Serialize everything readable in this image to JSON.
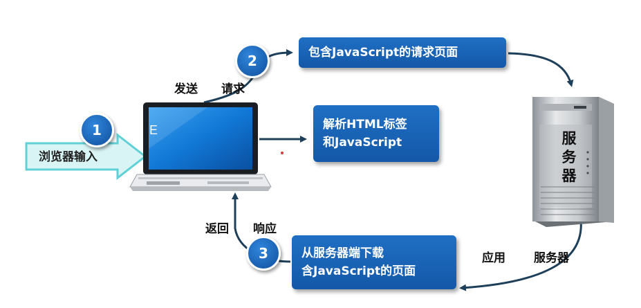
{
  "steps": {
    "step1": "1",
    "step2": "2",
    "step3": "3"
  },
  "labels": {
    "browser_input": "浏览器输入",
    "send": "发送",
    "request": "请求",
    "return": "返回",
    "response": "响应",
    "app": "应用",
    "server_label": "服务器"
  },
  "boxes": {
    "request_page": "包含JavaScript的请求页面",
    "parse_line1": "解析HTML标签",
    "parse_line2": "和JavaScript",
    "download_line1": "从服务器端下载",
    "download_line2": "含JavaScript的页面"
  },
  "laptop": {
    "screen_text": "E"
  },
  "server": {
    "chars": [
      "服",
      "务",
      "器"
    ]
  },
  "colors": {
    "box_blue": "#1a64b8",
    "arrow_dark": "#1e3f5a",
    "input_arrow_fill": "#d9f4f4",
    "input_arrow_stroke": "#5fd0d6"
  }
}
